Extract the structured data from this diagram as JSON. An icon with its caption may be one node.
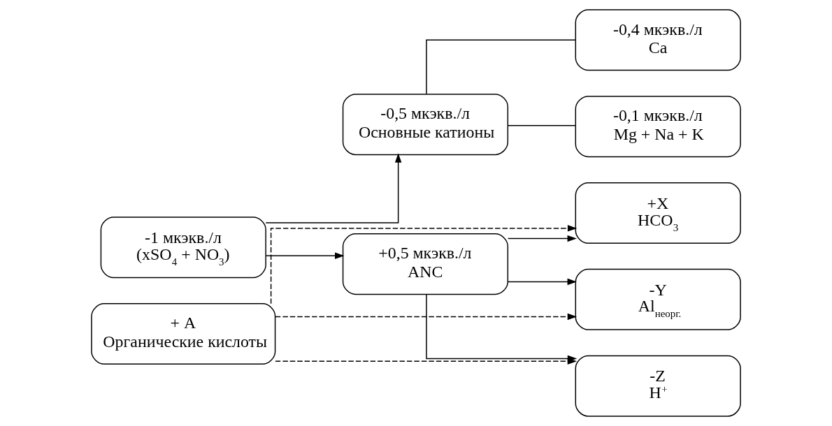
{
  "diagram": {
    "nodes": [
      {
        "text": [
          "-1 мкэкв./л",
          "(xSO$_{4}$ + NO$_{3}$)"
        ]
      },
      {
        "text": [
          "-0,5 мкэкв./л",
          "Основные катионы"
        ]
      },
      {
        "text": [
          "+0,5 мкэкв./л",
          "ANC"
        ]
      },
      {
        "text": [
          "-0,4 мкэкв./л",
          "Ca"
        ]
      },
      {
        "text": [
          "-0,1 мкэкв./л",
          "Mg + Na + K"
        ]
      },
      {
        "text": [
          "+X",
          "HCO$_{3}$"
        ]
      },
      {
        "text": [
          "-Y",
          "Al$_{неорг.}$"
        ]
      },
      {
        "text": [
          "-Z",
          "H$^{+}$"
        ]
      },
      {
        "text": [
          "+ A",
          "Органические кислоты"
        ]
      }
    ],
    "edges": [
      {
        "from": 0,
        "to": 1,
        "arrow": "to"
      },
      {
        "from": 0,
        "to": 2,
        "arrow": "to"
      },
      {
        "from": 1,
        "to": 3,
        "arrow": "none"
      },
      {
        "from": 1,
        "to": 4,
        "arrow": "none"
      },
      {
        "from": 2,
        "to": 5,
        "arrow": "to"
      },
      {
        "from": 2,
        "to": 6,
        "arrow": "to"
      },
      {
        "from": 2,
        "to": 7,
        "arrow": "to"
      },
      {
        "from": 8,
        "to": 5,
        "arrow": "to",
        "style": "dashed"
      },
      {
        "from": 8,
        "to": 6,
        "arrow": "to",
        "style": "dashed"
      },
      {
        "from": 8,
        "to": 7,
        "arrow": "to",
        "style": "dashed"
      }
    ]
  }
}
